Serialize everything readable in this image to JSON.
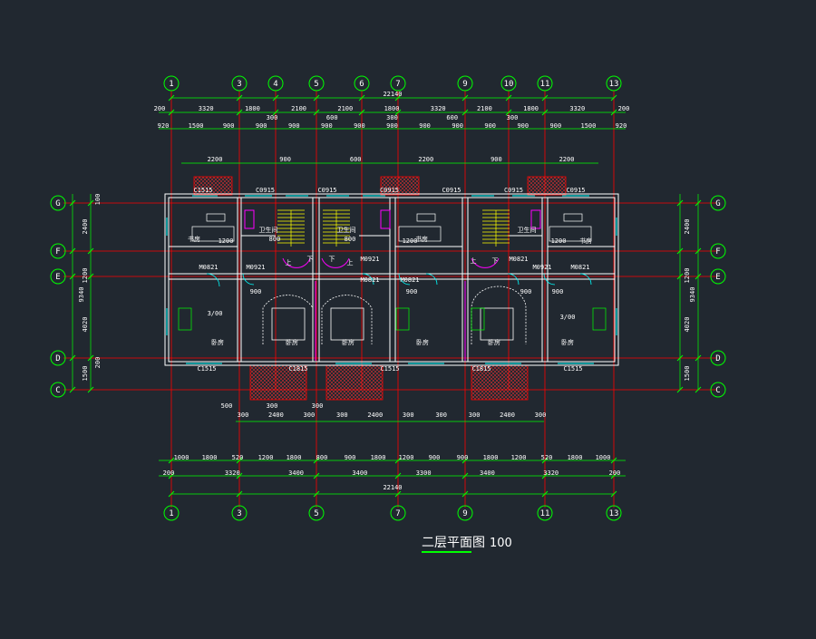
{
  "drawing": {
    "title": "二层平面图",
    "scale": "100",
    "colors": {
      "background": "#212830",
      "dim": "#00ff00",
      "axis": "#ff0000",
      "wall": "#ffffff",
      "window": "#00ffff",
      "door": "#00ffff",
      "magenta": "#ff00ff",
      "stair": "#ffff00",
      "bubble": "#00ff00"
    },
    "top_axes": [
      "1",
      "3",
      "4",
      "5",
      "6",
      "7",
      "9",
      "10",
      "11",
      "13"
    ],
    "bottom_axes": [
      "1",
      "3",
      "5",
      "7",
      "9",
      "11",
      "13"
    ],
    "left_axes": [
      "G",
      "F",
      "E",
      "D",
      "C"
    ],
    "right_axes": [
      "G",
      "F",
      "E",
      "D",
      "C"
    ],
    "top_total": "22140",
    "top_row1": [
      "200",
      "3320",
      "1800",
      "2100",
      "2100",
      "1800",
      "3320",
      "2100",
      "1800",
      "3320",
      "200"
    ],
    "top_row2": [
      "920",
      "1500",
      "900",
      "900",
      "900",
      "900",
      "900",
      "900",
      "900",
      "900",
      "900",
      "900",
      "900",
      "1500",
      "920"
    ],
    "top_row_small": [
      "300",
      "600",
      "300",
      "600",
      "300"
    ],
    "opening_top": [
      "2200",
      "900",
      "600",
      "2200",
      "900",
      "2200"
    ],
    "bottom_row1": [
      "1000",
      "1800",
      "520",
      "1200",
      "1800",
      "800",
      "900",
      "1800",
      "1200",
      "900",
      "900",
      "1800",
      "1200",
      "520",
      "1800",
      "1000"
    ],
    "bottom_row2": [
      "200",
      "3320",
      "3400",
      "3400",
      "3300",
      "3400",
      "3320",
      "200"
    ],
    "bottom_total": "22140",
    "balcony_dims": [
      "300",
      "2400",
      "300",
      "300",
      "2400",
      "300",
      "300",
      "300",
      "2400",
      "300"
    ],
    "balcony_small": [
      "500",
      "300",
      "300"
    ],
    "left_dims": [
      "2400",
      "1200",
      "4020",
      "1500"
    ],
    "left_dims_small": [
      "100",
      "200"
    ],
    "right_dims": [
      "2400",
      "1200",
      "4020",
      "1500"
    ],
    "left_total": "9340",
    "right_total": "9340",
    "window_labels_top": [
      "C1515",
      "C0915",
      "C0915",
      "C0915",
      "C0915",
      "C0915",
      "C0915"
    ],
    "window_labels_bottom": [
      "C1515",
      "C1815",
      "C1515",
      "C1815",
      "C1515"
    ],
    "door_labels": [
      "M0821",
      "M0921",
      "M0921",
      "M0821",
      "M0821",
      "M0821",
      "M0921",
      "M0821"
    ],
    "rooms": [
      "书房",
      "卫生间",
      "卫生间",
      "卫生间",
      "书房",
      "书房",
      "卧房",
      "卧房",
      "卧房",
      "卧房",
      "卧房",
      "卧房"
    ],
    "stair_marks": [
      "上",
      "下",
      "下",
      "上",
      "上",
      "下"
    ],
    "room_dims": [
      "1200",
      "800",
      "800",
      "1200",
      "1200",
      "3/00",
      "3/00",
      "900",
      "900",
      "900",
      "900"
    ]
  }
}
